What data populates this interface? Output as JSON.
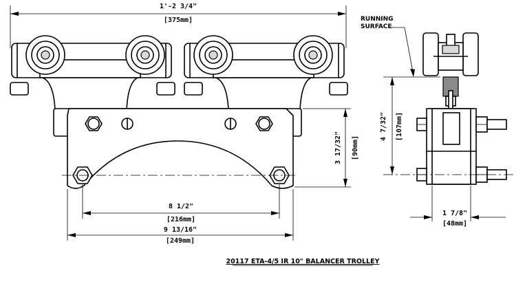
{
  "dimensions": {
    "overall_length": "1'-2 3/4\"",
    "overall_length_mm": "[375mm]",
    "bolt_spacing": "8 1/2\"",
    "bolt_spacing_mm": "[216mm]",
    "plate_width": "9 13/16\"",
    "plate_width_mm": "[249mm]",
    "plate_height": "3 17/32\"",
    "plate_height_mm": "[90mm]",
    "running_height": "4 7/32\"",
    "running_height_mm": "[107mm]",
    "side_width": "1 7/8\"",
    "side_width_mm": "[48mm]"
  },
  "labels": {
    "running_surface_1": "RUNNING",
    "running_surface_2": "SURFACE"
  },
  "title": "20117 ETA-4/5 IR 10\" BALANCER TROLLEY"
}
